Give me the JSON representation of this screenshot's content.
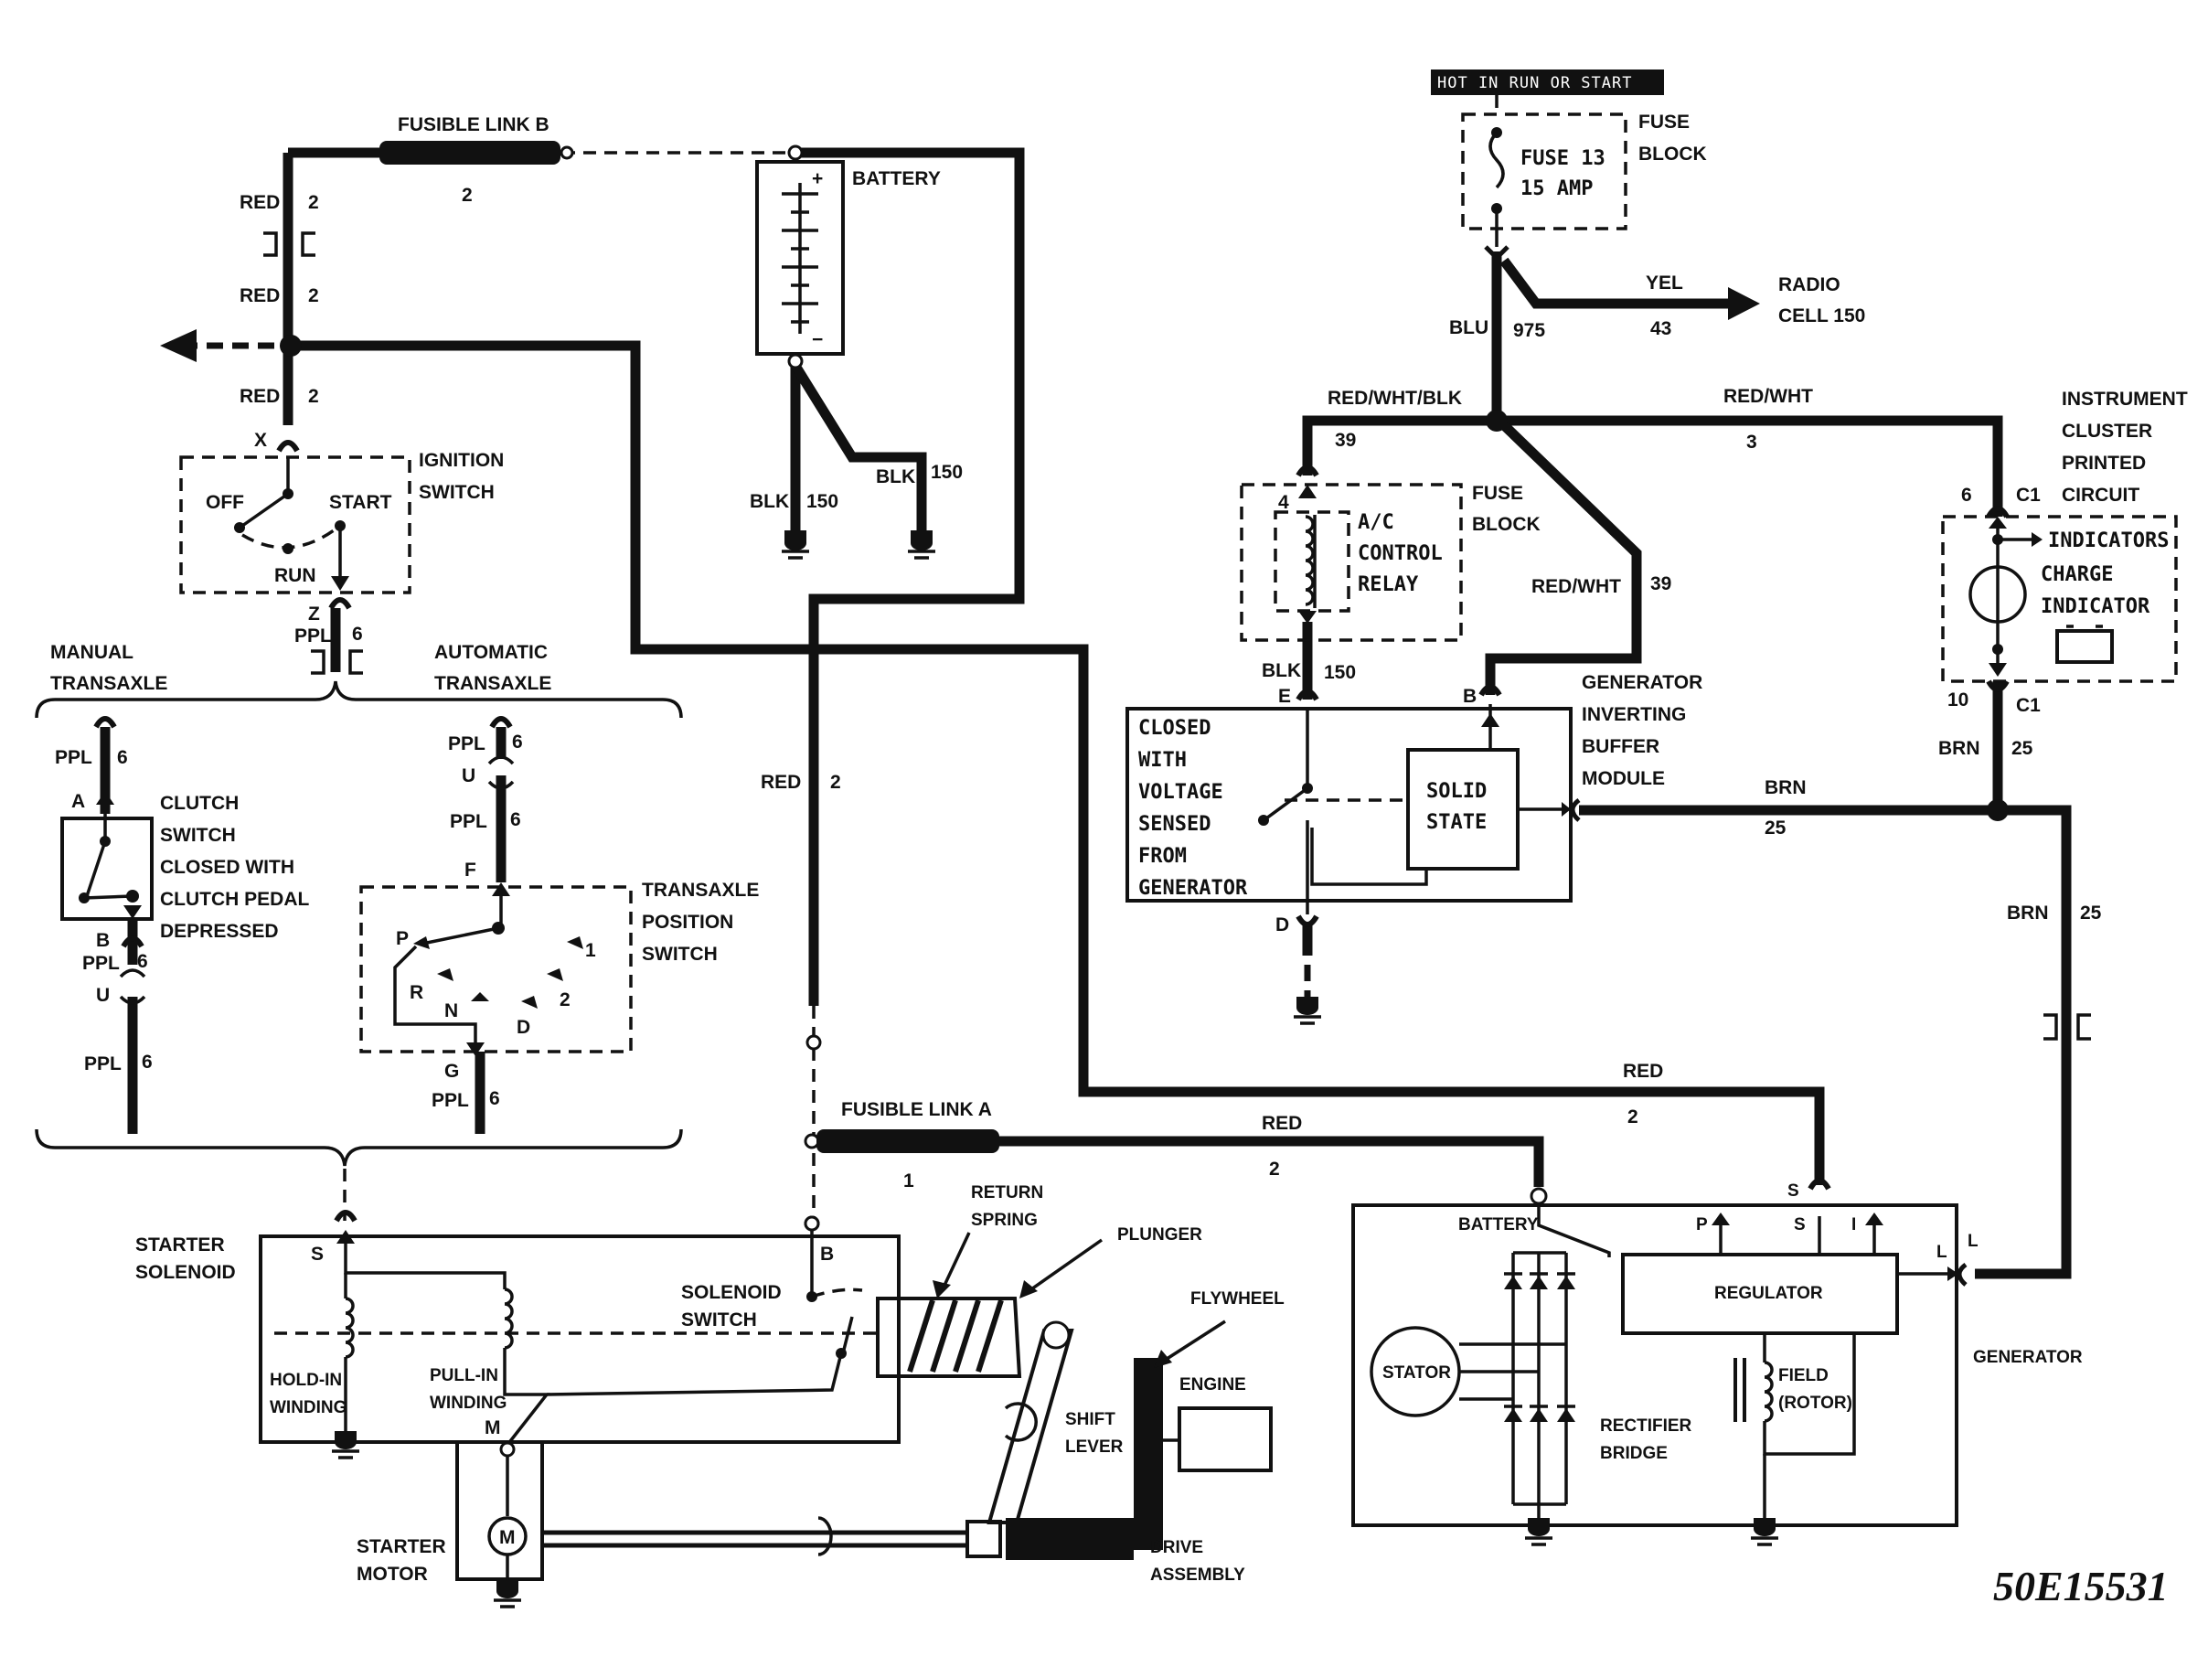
{
  "fusible_link_b": {
    "title": "FUSIBLE LINK B",
    "circuit": "2"
  },
  "fusible_link_a": {
    "title": "FUSIBLE LINK A",
    "circuit": "1"
  },
  "battery": {
    "title": "BATTERY",
    "plus": "+",
    "minus": "−"
  },
  "ground_wires": [
    {
      "color": "BLK",
      "circuit": "150"
    },
    {
      "color": "BLK",
      "circuit": "150"
    }
  ],
  "red_wire": {
    "color": "RED",
    "circuit": "2"
  },
  "ignition": {
    "title_1": "IGNITION",
    "title_2": "SWITCH",
    "off": "OFF",
    "start": "START",
    "run": "RUN",
    "x": "X",
    "z": "Z"
  },
  "ppl_wire": {
    "color": "PPL",
    "circuit": "6"
  },
  "manual": {
    "title_1": "MANUAL",
    "title_2": "TRANSAXLE"
  },
  "automatic": {
    "title_1": "AUTOMATIC",
    "title_2": "TRANSAXLE"
  },
  "clutch_switch": {
    "lines": [
      "CLUTCH",
      "SWITCH",
      "CLOSED WITH",
      "CLUTCH PEDAL",
      "DEPRESSED"
    ],
    "a": "A",
    "b": "B",
    "u": "U"
  },
  "transaxle_switch": {
    "lines": [
      "TRANSAXLE",
      "POSITION",
      "SWITCH"
    ],
    "p": "P",
    "r": "R",
    "n": "N",
    "d": "D",
    "one": "1",
    "two": "2",
    "u": "U",
    "f": "F",
    "g": "G"
  },
  "starter": {
    "solenoid_1": "STARTER",
    "solenoid_2": "SOLENOID",
    "s": "S",
    "b": "B",
    "m": "M",
    "hold_1": "HOLD-IN",
    "hold_2": "WINDING",
    "pull_1": "PULL-IN",
    "pull_2": "WINDING",
    "switch_1": "SOLENOID",
    "switch_2": "SWITCH",
    "motor_1": "STARTER",
    "motor_2": "MOTOR",
    "motor_symbol": "M",
    "return_1": "RETURN",
    "return_2": "SPRING",
    "plunger": "PLUNGER",
    "flywheel": "FLYWHEEL",
    "engine": "ENGINE",
    "shift_1": "SHIFT",
    "shift_2": "LEVER",
    "drive_1": "DRIVE",
    "drive_2": "ASSEMBLY"
  },
  "hot_bar": "HOT IN RUN OR START",
  "fuse_13": {
    "line_1": "FUSE 13",
    "line_2": "15 AMP",
    "block_1": "FUSE",
    "block_2": "BLOCK"
  },
  "blu_wire": {
    "color": "BLU",
    "circuit": "975"
  },
  "yel_wire": {
    "color": "YEL",
    "circuit": "43"
  },
  "radio": {
    "line_1": "RADIO",
    "line_2": "CELL 150"
  },
  "rwb_wire": {
    "color": "RED/WHT/BLK",
    "circuit": "39"
  },
  "rw_wire": {
    "color": "RED/WHT",
    "circuit": "3"
  },
  "rw39_wire": {
    "color": "RED/WHT",
    "circuit": "39"
  },
  "ac_relay": {
    "line_1": "A/C",
    "line_2": "CONTROL",
    "line_3": "RELAY",
    "block_1": "FUSE",
    "block_2": "BLOCK",
    "pin": "4"
  },
  "blk150": {
    "color": "BLK",
    "circuit": "150"
  },
  "buffer": {
    "title": [
      "GENERATOR",
      "INVERTING",
      "BUFFER",
      "MODULE"
    ],
    "left": [
      "CLOSED",
      "WITH",
      "VOLTAGE",
      "SENSED",
      "FROM",
      "GENERATOR"
    ],
    "solid_1": "SOLID",
    "solid_2": "STATE",
    "e": "E",
    "b": "B",
    "d": "D"
  },
  "cluster": {
    "title": [
      "INSTRUMENT",
      "CLUSTER",
      "PRINTED",
      "CIRCUIT"
    ],
    "c1_top": "C1",
    "c1_bot": "C1",
    "pin6": "6",
    "pin10": "10",
    "indicators": "INDICATORS",
    "charge_1": "CHARGE",
    "charge_2": "INDICATOR"
  },
  "brn_wire": {
    "color": "BRN",
    "circuit": "25"
  },
  "red2_wire": {
    "color": "RED",
    "circuit": "2"
  },
  "generator": {
    "title": "GENERATOR",
    "battery": "BATTERY",
    "p": "P",
    "s": "S",
    "i": "I",
    "l": "L",
    "s_top": "S",
    "l_out": "L",
    "regulator": "REGULATOR",
    "stator": "STATOR",
    "rect_1": "RECTIFIER",
    "rect_2": "BRIDGE",
    "field_1": "FIELD",
    "field_2": "(ROTOR)"
  },
  "ref": "50E15531"
}
